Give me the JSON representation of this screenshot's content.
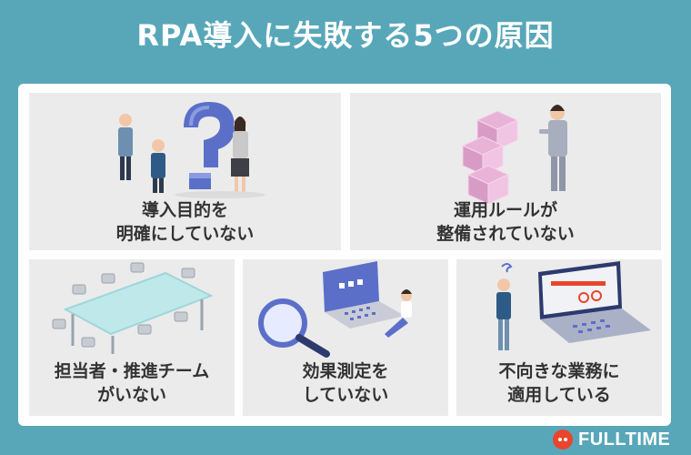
{
  "title": "RPA導入に失敗する5つの原因",
  "cards": [
    {
      "line1": "導入目的を",
      "line2": "明確にしていない",
      "icon": "question-mark-people-illustration"
    },
    {
      "line1": "運用ルールが",
      "line2": "整備されていない",
      "icon": "stacked-boxes-businessman-illustration"
    },
    {
      "line1": "担当者・推進チーム",
      "line2": "がいない",
      "icon": "empty-meeting-table-illustration"
    },
    {
      "line1": "効果測定を",
      "line2": "していない",
      "icon": "magnifier-laptop-illustration"
    },
    {
      "line1": "不向きな業務に",
      "line2": "適用している",
      "icon": "confused-man-laptop-illustration"
    }
  ],
  "logo": {
    "text": "FULLTIME",
    "color": "#e8452c"
  },
  "colors": {
    "background": "#58a7b9",
    "card": "#ebebeb",
    "text": "#333333"
  }
}
